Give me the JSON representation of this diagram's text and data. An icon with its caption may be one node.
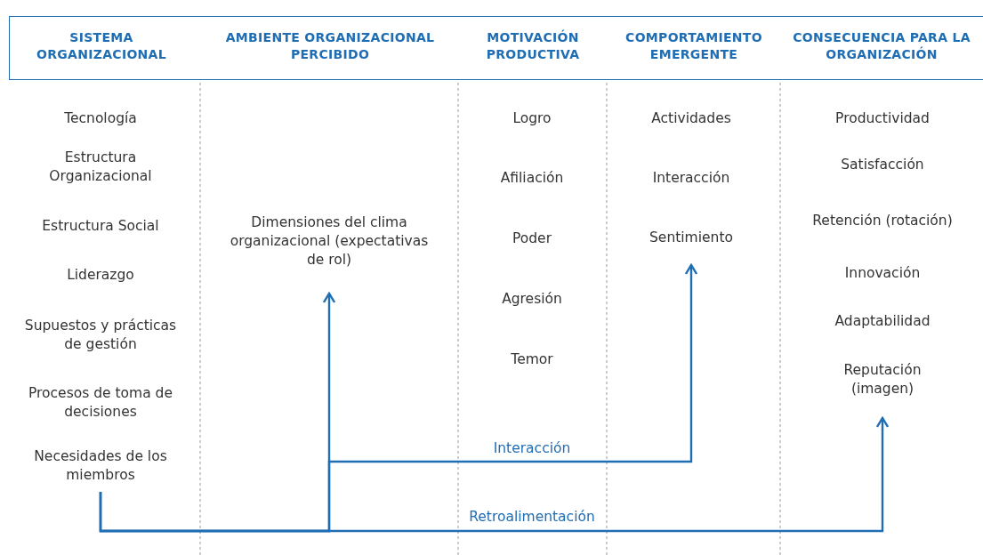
{
  "diagram": {
    "nodes": [
      {
        "text": [
          "Necesidades de los miembros"
        ]
      },
      {
        "text": [
          "Dimensiones del clima organizacional (expectativas de rol)"
        ]
      },
      {
        "text": [
          "Sentimiento"
        ]
      },
      {
        "text": [
          "Reputación (imagen)"
        ]
      }
    ],
    "edges": [
      {
        "from": 0,
        "to": 1,
        "arrow": "to"
      },
      {
        "from": 0,
        "to": 2,
        "arrow": "to",
        "label": "Interacción"
      },
      {
        "from": 0,
        "to": 3,
        "arrow": "to",
        "label": "Retroalimentación"
      }
    ],
    "labels": [
      "SISTEMA ORGANIZACIONAL",
      "AMBIENTE ORGANIZACIONAL PERCIBIDO",
      "MOTIVACIÓN PRODUCTIVA",
      "COMPORTAMIENTO EMERGENTE",
      "CONSECUENCIA PARA LA ORGANIZACIÓN",
      "Tecnología",
      "Estructura Organizacional",
      "Estructura Social",
      "Liderazgo",
      "Supuestos y prácticas de gestión",
      "Procesos de toma de decisiones",
      "Logro",
      "Afiliación",
      "Poder",
      "Agresión",
      "Temor",
      "Actividades",
      "Interacción",
      "Productividad",
      "Satisfacción",
      "Retención (rotación)",
      "Innovación",
      "Adaptabilidad"
    ]
  }
}
